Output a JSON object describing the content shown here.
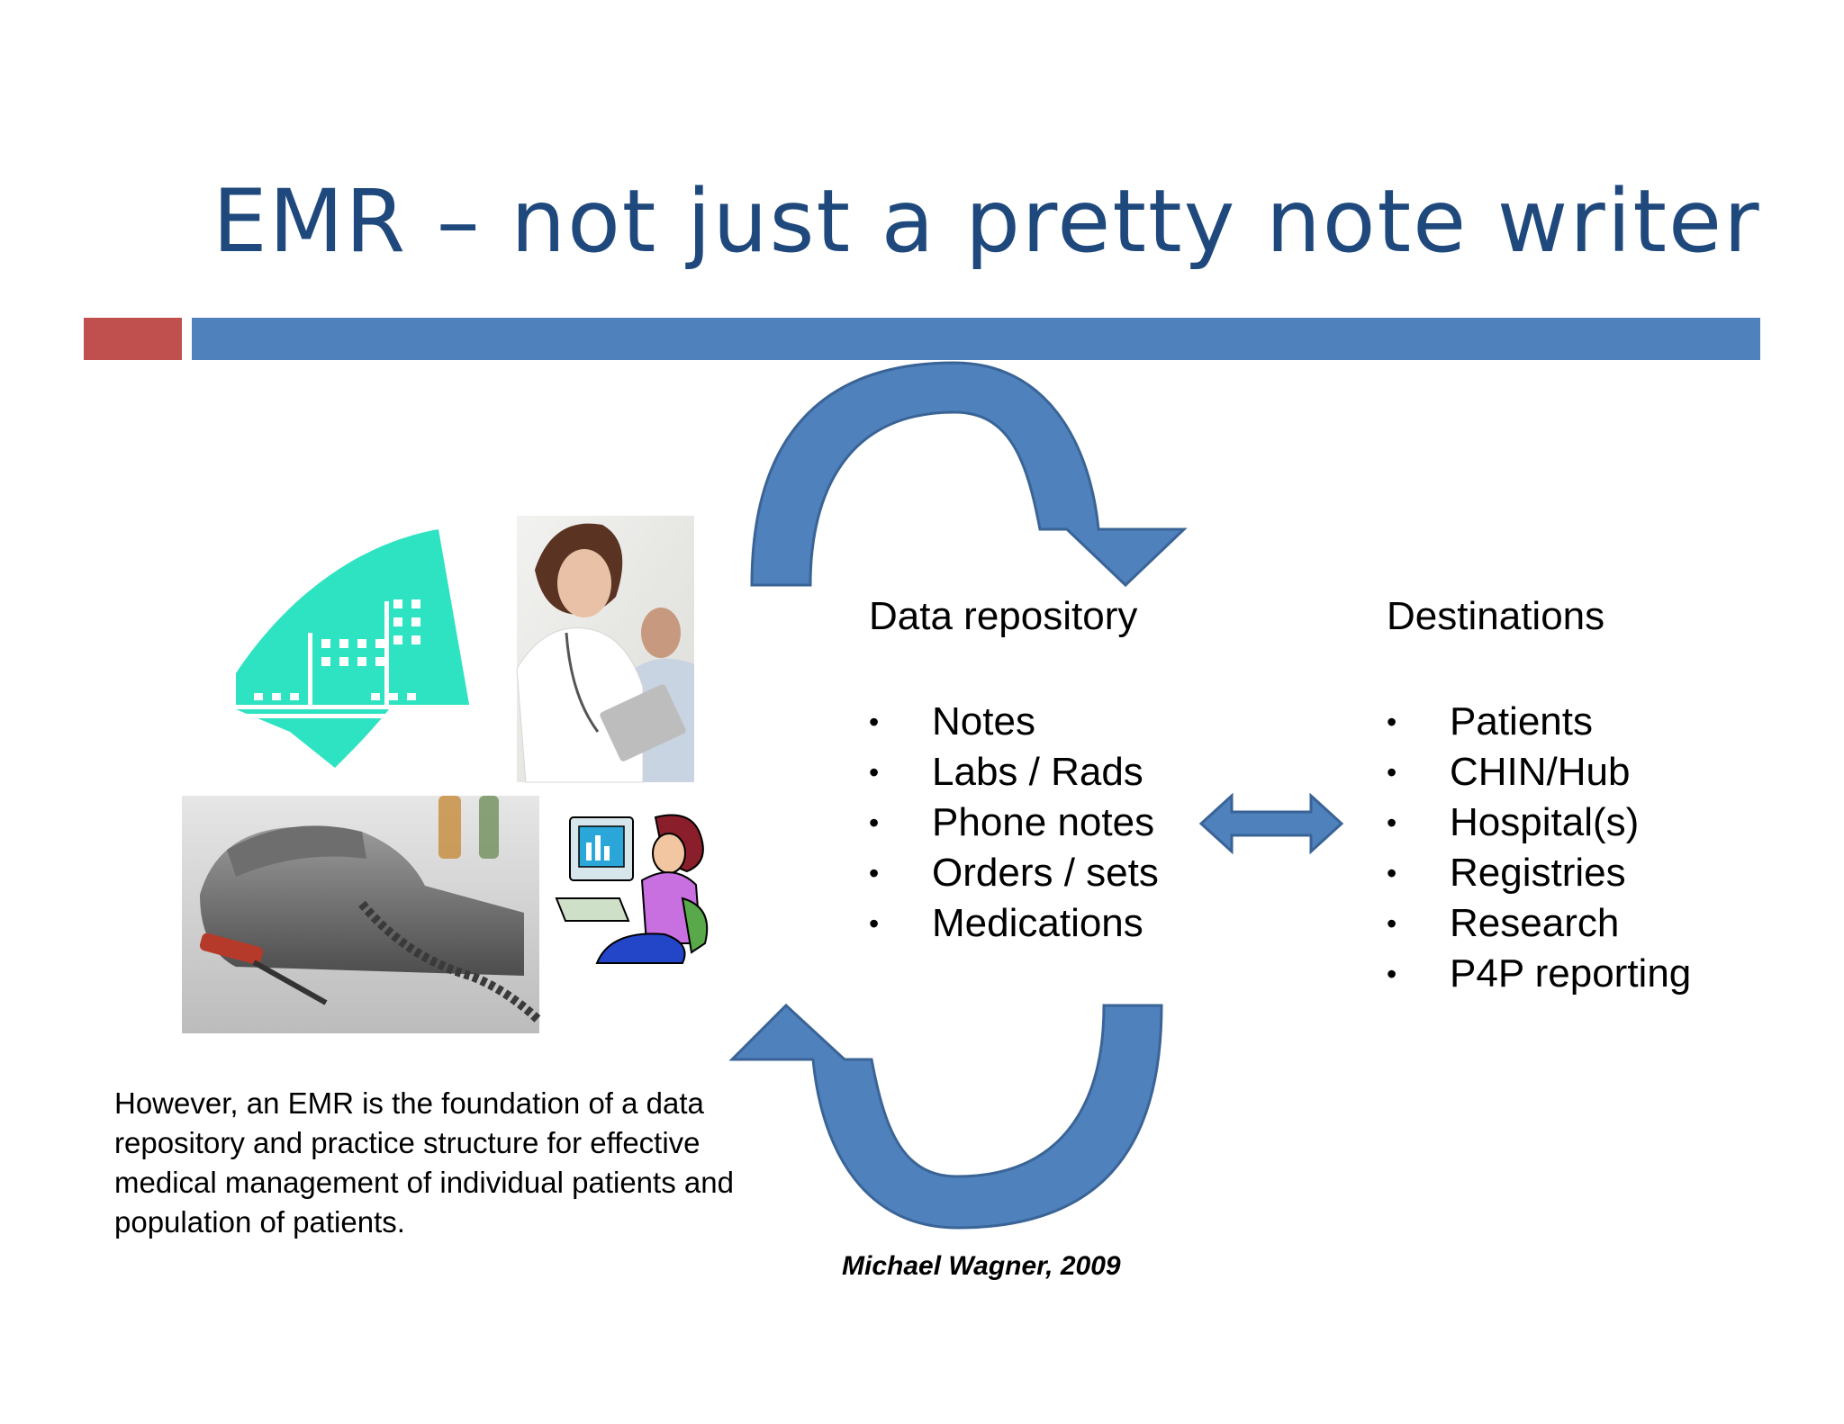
{
  "slide": {
    "title": "EMR – not just a pretty note writer",
    "accent_colors": {
      "title": "#1f497d",
      "bar_red": "#c0504d",
      "bar_blue": "#4f81bd",
      "arrow": "#4f81bd",
      "hospital_icon": "#2de3c1"
    }
  },
  "repository": {
    "heading": "Data repository",
    "items": [
      "Notes",
      "Labs / Rads",
      "Phone notes",
      "Orders / sets",
      "Medications"
    ]
  },
  "destinations": {
    "heading": "Destinations",
    "items": [
      "Patients",
      "CHIN/Hub",
      "Hospital(s)",
      "Registries",
      "Research",
      "P4P reporting"
    ]
  },
  "bullet_glyph": "•",
  "footnote": "However, an EMR is the foundation of a data repository and practice structure for effective medical management of individual patients and population of patients.",
  "citation": "Michael Wagner, 2009",
  "images": [
    "hospital-icon",
    "doctor-photo",
    "telephone-photo",
    "computer-user-clipart"
  ]
}
